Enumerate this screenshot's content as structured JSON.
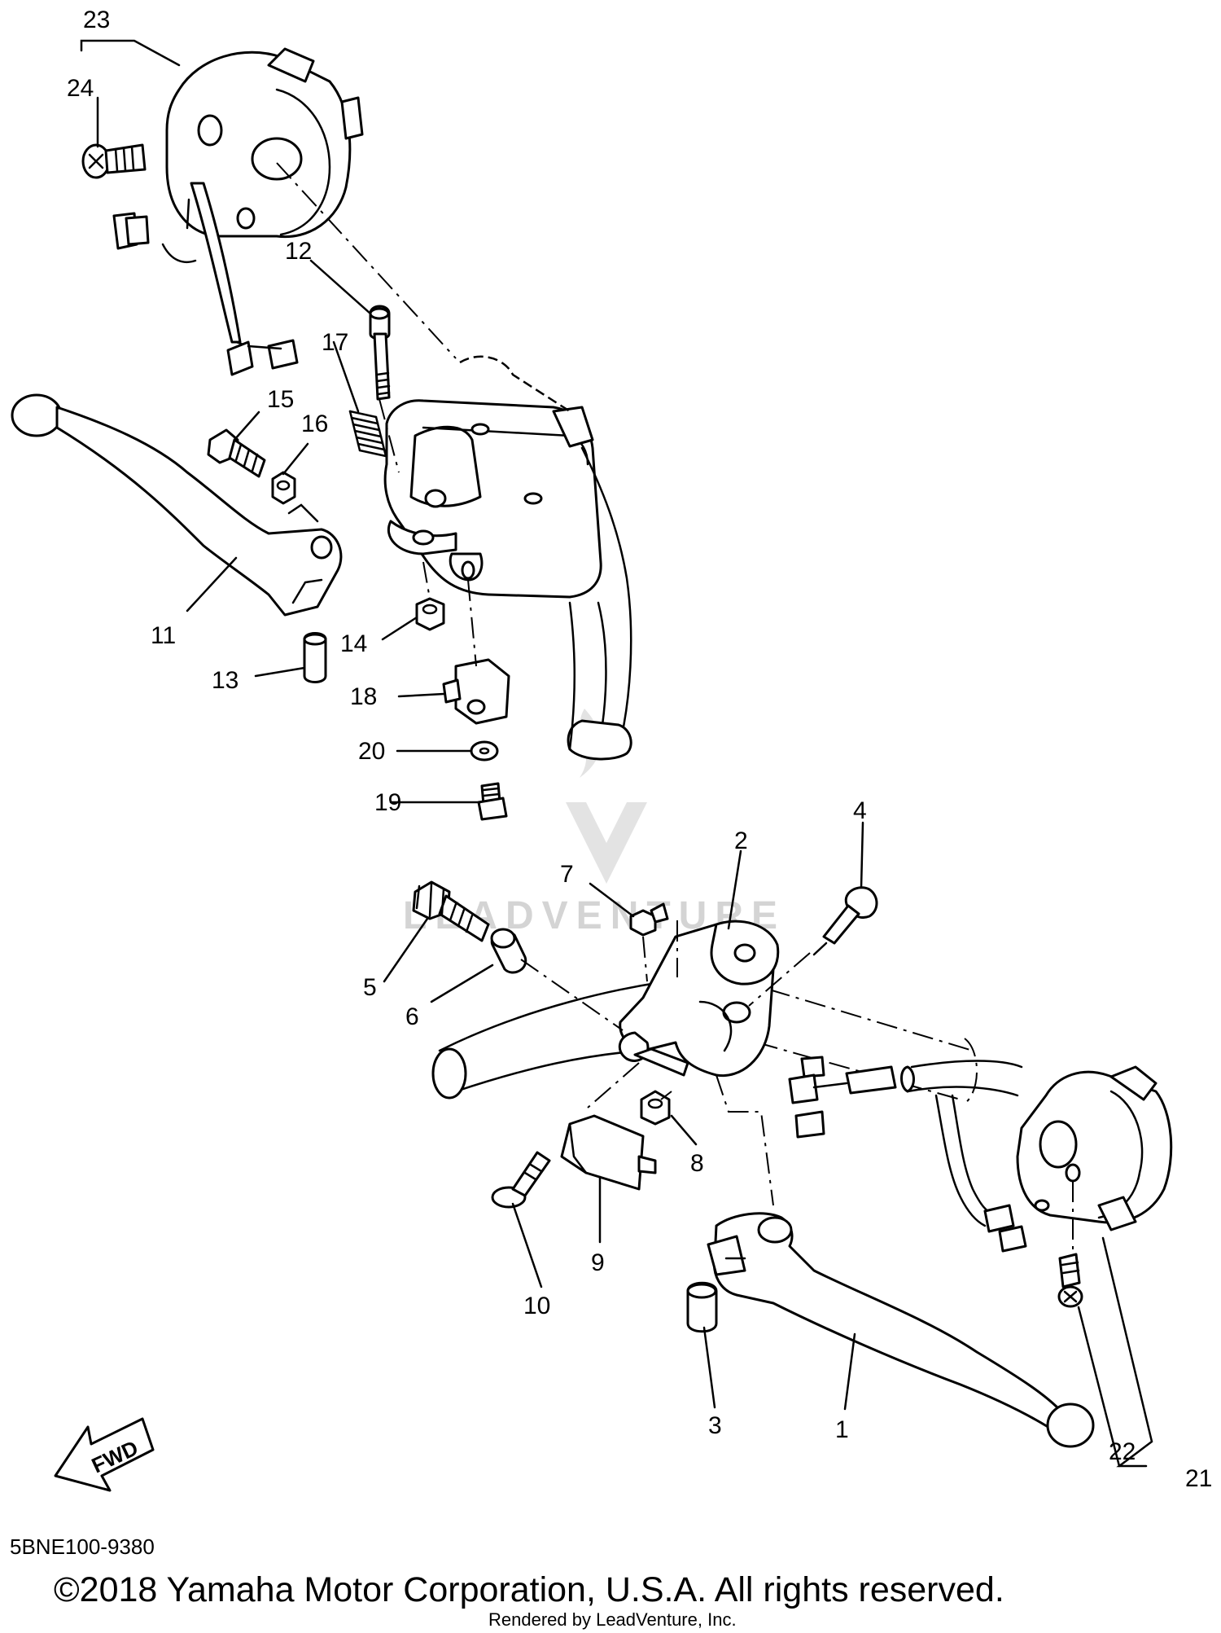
{
  "diagram": {
    "drawing_code": "5BNE100-9380",
    "copyright": "©2018 Yamaha Motor Corporation, U.S.A. All rights reserved.",
    "rendered_by": "Rendered by LeadVenture, Inc.",
    "watermark": "LEADVENTURE",
    "direction_badge": "FWD",
    "callouts": [
      {
        "id": "1",
        "label": "1"
      },
      {
        "id": "2",
        "label": "2"
      },
      {
        "id": "3",
        "label": "3"
      },
      {
        "id": "4",
        "label": "4"
      },
      {
        "id": "5",
        "label": "5"
      },
      {
        "id": "6",
        "label": "6"
      },
      {
        "id": "7",
        "label": "7"
      },
      {
        "id": "8",
        "label": "8"
      },
      {
        "id": "9",
        "label": "9"
      },
      {
        "id": "10",
        "label": "10"
      },
      {
        "id": "11",
        "label": "11"
      },
      {
        "id": "12",
        "label": "12"
      },
      {
        "id": "13",
        "label": "13"
      },
      {
        "id": "14",
        "label": "14"
      },
      {
        "id": "15",
        "label": "15"
      },
      {
        "id": "16",
        "label": "16"
      },
      {
        "id": "17",
        "label": "17"
      },
      {
        "id": "18",
        "label": "18"
      },
      {
        "id": "19",
        "label": "19"
      },
      {
        "id": "20",
        "label": "20"
      },
      {
        "id": "21",
        "label": "21"
      },
      {
        "id": "22",
        "label": "22"
      },
      {
        "id": "23",
        "label": "23"
      },
      {
        "id": "24",
        "label": "24"
      }
    ]
  }
}
